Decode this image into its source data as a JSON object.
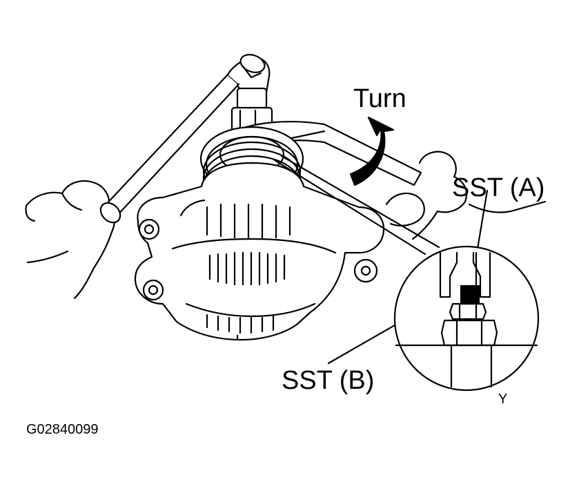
{
  "diagram": {
    "labels": {
      "turn": "Turn",
      "sst_a": "SST (A)",
      "sst_b": "SST (B)",
      "view_marker": "Y",
      "figure_code": "G02840099"
    },
    "colors": {
      "line": "#000000",
      "background": "#ffffff"
    },
    "icons": {
      "direction_arrow": "curved-arrow-icon",
      "detail_view": "magnifier-circle-icon"
    }
  }
}
